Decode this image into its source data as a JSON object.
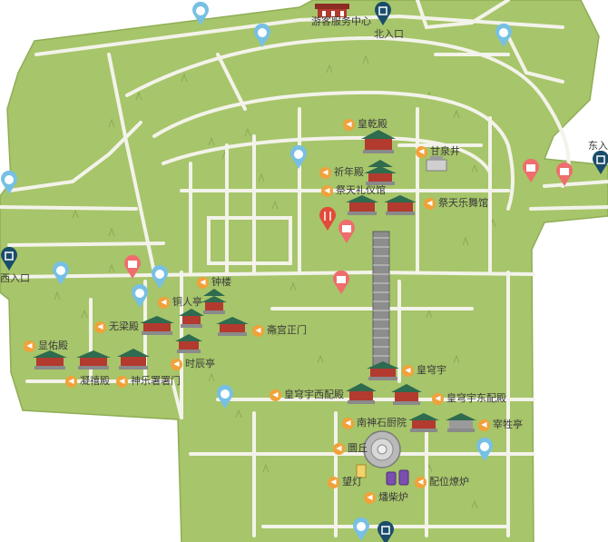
{
  "colors": {
    "park_fill": "#a7c56a",
    "road": "#f3f3ea",
    "building_roof": "#2e6b4f",
    "building_wall": "#b23a2f",
    "sound_badge": "#f0a23a",
    "pin_toilet": "#77c0e4",
    "pin_medical": "#ef6d6d",
    "pin_food": "#e34a3a",
    "pin_gate": "#1b4d6b"
  },
  "labels": {
    "visitor_center": "游客服务中心",
    "north_gate": "北入口",
    "east_gate": "东入",
    "west_gate": "西入口",
    "qiangian_hall": "皇乾殿",
    "ganquan_well": "甘泉井",
    "qinian_hall": "祈年殿",
    "jitian_liyi": "祭天礼仪馆",
    "jitian_yuewu": "祭天乐舞馆",
    "bell_tower": "钟楼",
    "copper_pavilion": "铜人亭",
    "wuliang_hall": "无梁殿",
    "zhaigong_gate": "斋宫正门",
    "xianyou_hall": "显佑殿",
    "shichen_pavilion": "时辰亭",
    "ningxi_hall": "凝禧殿",
    "shenyue_gate": "神乐署署门",
    "huangqiong_yu": "皇穹宇",
    "west_side_hall": "皇穹宇西配殿",
    "east_side_hall": "皇穹宇东配殿",
    "south_kitchen": "南神石厨院",
    "zaisheng_pavilion": "宰牲亭",
    "yuanqiu": "圜丘",
    "wangdeng": "望灯",
    "peiwei_furnace": "配位燎炉",
    "fanchai_furnace": "燔柴炉"
  }
}
